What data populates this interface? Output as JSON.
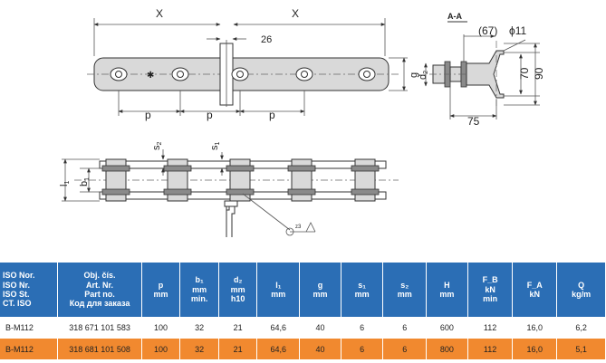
{
  "drawing": {
    "dim_x_left": "X",
    "dim_x_right": "X",
    "dim_26": "26",
    "dim_p1": "p",
    "dim_p2": "p",
    "dim_p3": "p",
    "dim_g": "g",
    "dim_d": "d",
    "dim_d_sub": "2",
    "section_label": "A-A",
    "dim_67": "(67)",
    "dim_phi11": "ϕ11",
    "dim_70": "70",
    "dim_90": "90",
    "dim_75": "75",
    "dim_s": "s",
    "dim_s2_sub": "2",
    "dim_s1_sub": "1",
    "dim_l": "l",
    "dim_l_sub": "1",
    "dim_b": "b",
    "dim_b_sub": "1",
    "angle_label": "z3"
  },
  "table": {
    "headers": [
      [
        "ISO Nor.",
        "ISO Nr.",
        "ISO St.",
        "CT. ISO"
      ],
      [
        "Obj. čís.",
        "Art. Nr.",
        "Part no.",
        "Код для заказа"
      ],
      [
        "p",
        "mm"
      ],
      [
        "b₁",
        "mm",
        "min."
      ],
      [
        "d₂",
        "mm",
        "h10"
      ],
      [
        "l₁",
        "mm"
      ],
      [
        "g",
        "mm"
      ],
      [
        "s₁",
        "mm"
      ],
      [
        "s₂",
        "mm"
      ],
      [
        "H",
        "mm"
      ],
      [
        "F_B",
        "kN",
        "min"
      ],
      [
        "F_A",
        "kN"
      ],
      [
        "Q",
        "kg/m"
      ]
    ],
    "rows": [
      [
        "B-M112",
        "318 671 101 583",
        "100",
        "32",
        "21",
        "64,6",
        "40",
        "6",
        "6",
        "600",
        "112",
        "16,0",
        "6,2"
      ],
      [
        "B-M112",
        "318 681 101 508",
        "100",
        "32",
        "21",
        "64,6",
        "40",
        "6",
        "6",
        "800",
        "112",
        "16,0",
        "5,1"
      ]
    ]
  }
}
